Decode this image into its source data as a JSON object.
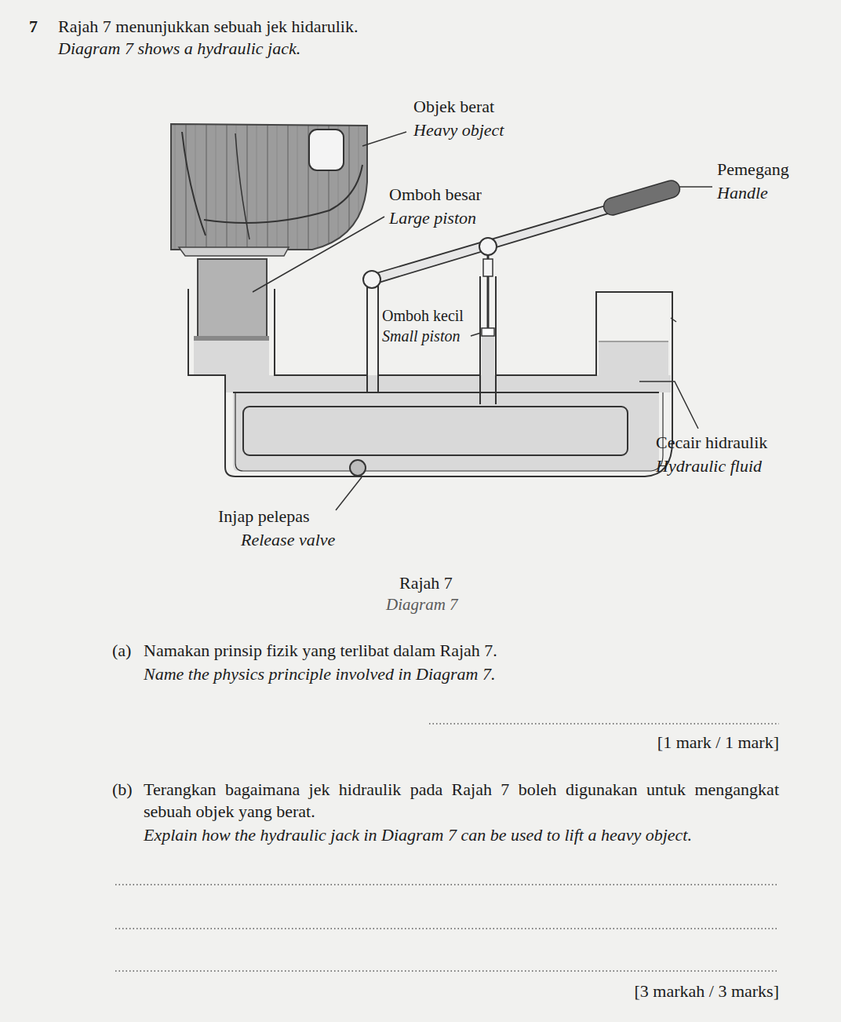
{
  "diagram": {
    "caption": "Rajah 7",
    "labels": [
      "7",
      "Rajah 7 menunjukkan sebuah jek hidarulik.",
      "Diagram 7 shows a hydraulic jack.",
      "Objek berat",
      "Heavy object",
      "Pemegang",
      "Handle",
      "Omboh besar",
      "Large piston",
      "Omboh kecil",
      "Small piston",
      "Cecair hidraulik",
      "Hydraulic fluid",
      "Injap pelepas",
      "Release valve",
      "Diagram 7",
      "(a)",
      "Namakan prinsip fizik yang terlibat dalam Rajah 7.",
      "Name the physics principle involved in Diagram 7.",
      "[1 mark / 1 mark]",
      "(b)",
      "Terangkan bagaimana jek hidraulik pada Rajah 7 boleh digunakan untuk mengangkat sebuah objek yang berat.",
      "Explain how the hydraulic jack in Diagram 7 can be used to lift a heavy object.",
      "[3 markah / 3 marks]"
    ]
  }
}
